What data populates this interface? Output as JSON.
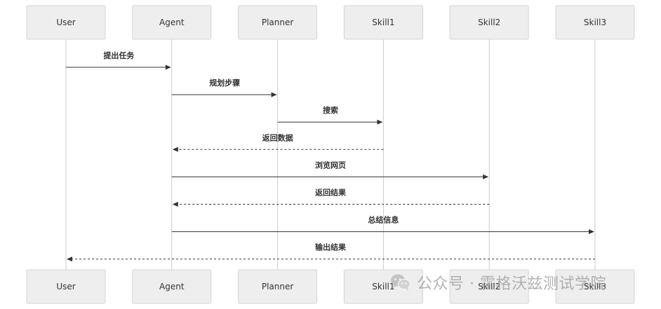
{
  "actors": [
    {
      "id": "user",
      "label": "User"
    },
    {
      "id": "agent",
      "label": "Agent"
    },
    {
      "id": "planner",
      "label": "Planner"
    },
    {
      "id": "skill1",
      "label": "Skill1"
    },
    {
      "id": "skill2",
      "label": "Skill2"
    },
    {
      "id": "skill3",
      "label": "Skill3"
    }
  ],
  "messages": [
    {
      "from": "user",
      "to": "agent",
      "label": "提出任务",
      "style": "solid"
    },
    {
      "from": "agent",
      "to": "planner",
      "label": "规划步骤",
      "style": "solid"
    },
    {
      "from": "planner",
      "to": "skill1",
      "label": "搜索",
      "style": "solid"
    },
    {
      "from": "skill1",
      "to": "agent",
      "label": "返回数据",
      "style": "dashed"
    },
    {
      "from": "agent",
      "to": "skill2",
      "label": "浏览网页",
      "style": "solid"
    },
    {
      "from": "skill2",
      "to": "agent",
      "label": "返回结果",
      "style": "dashed"
    },
    {
      "from": "agent",
      "to": "skill3",
      "label": "总结信息",
      "style": "solid"
    },
    {
      "from": "skill3",
      "to": "user",
      "label": "输出结果",
      "style": "dashed"
    }
  ],
  "watermark": {
    "text": "公众号 · 霍格沃兹测试学院",
    "icon": "wechat-icon"
  }
}
